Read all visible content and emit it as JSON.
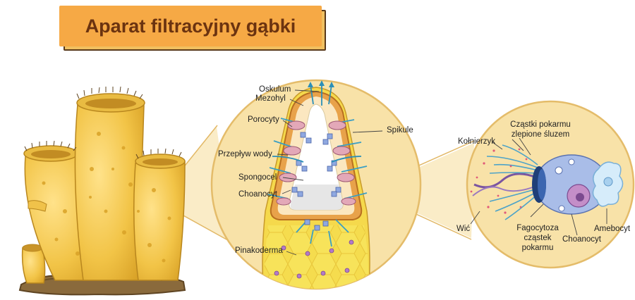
{
  "title": "Aparat filtracyjny gąbki",
  "colors": {
    "banner": "#f6a945",
    "banner_text": "#6b3310",
    "sponge": "#f0c24a",
    "sponge_dark": "#d9a227",
    "zoom": "#f8e2a8",
    "ground": "#8a6a3c",
    "cell_blue": "#8fa8e0",
    "flagellum_purple": "#7b55a0",
    "collar_teal": "#4da3c8",
    "amebocyte": "#cfe6f6",
    "pinacoderm": "#f4d84a",
    "pinacoderm_nucleus": "#b37ac8",
    "choanocyte_pink": "#e3a8b8"
  },
  "labels": {
    "oskulum": "Oskulum",
    "mezohyl": "Mezohyl",
    "porocyty": "Porocyty",
    "przeplyw": "Przepływ wody",
    "spongocel": "Spongocel",
    "choanocyt_left": "Choanocyt",
    "pinakoderma": "Pinakoderma",
    "spikule": "Spikule",
    "kolnierzyk": "Kołnierzyk",
    "czastki_line1": "Cząstki pokarmu",
    "czastki_line2": "zlepione śluzem",
    "wic": "Wić",
    "fagocytoza_line1": "Fagocytoza",
    "fagocytoza_line2": "cząstek",
    "fagocytoza_line3": "pokarmu",
    "choanocyt_right": "Choanocyt",
    "amebocyt": "Amebocyt"
  }
}
